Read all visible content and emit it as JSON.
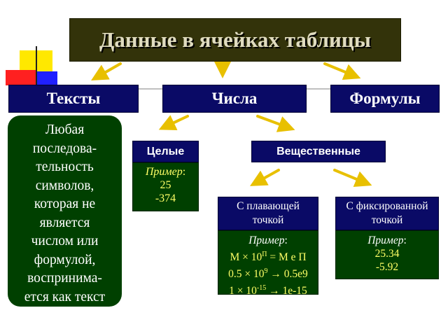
{
  "title": "Данные в ячейках таблицы",
  "categories": {
    "texts": "Тексты",
    "numbers": "Числа",
    "formulas": "Формулы"
  },
  "text_description": [
    "Любая",
    "последова-",
    "тельность",
    "символов,",
    "которая не",
    "является",
    "числом или",
    "формулой,",
    "воспринима-",
    "ется как текст"
  ],
  "integers": {
    "label": "Целые",
    "example_label": "Пример",
    "example_colon": ":",
    "values": [
      "25",
      "-374"
    ]
  },
  "reals": {
    "label": "Вещественные",
    "floating": {
      "label_line1": "С плавающей",
      "label_line2": "точкой",
      "example_label": "Пример",
      "example_colon": ":",
      "line1": {
        "a": "M × 10",
        "sup": "П",
        "b": " = M е П"
      },
      "line2": {
        "a": "0.5 × 10",
        "sup": "9",
        "b": " → 0.5е9"
      },
      "line3": {
        "a": "1 × 10",
        "sup": "-15",
        "b": " → 1е-15"
      }
    },
    "fixed": {
      "label_line1": "С фиксированной",
      "label_line2": "точкой",
      "example_label": "Пример",
      "example_colon": ":",
      "values": [
        "25.34",
        "-5.92"
      ]
    }
  },
  "colors": {
    "title_bg": "#33330a",
    "title_text": "#e0dcc0",
    "header_bg": "#0a0a66",
    "content_bg": "#004000",
    "arrow": "#e8c000",
    "highlight_text": "#ffff66"
  }
}
